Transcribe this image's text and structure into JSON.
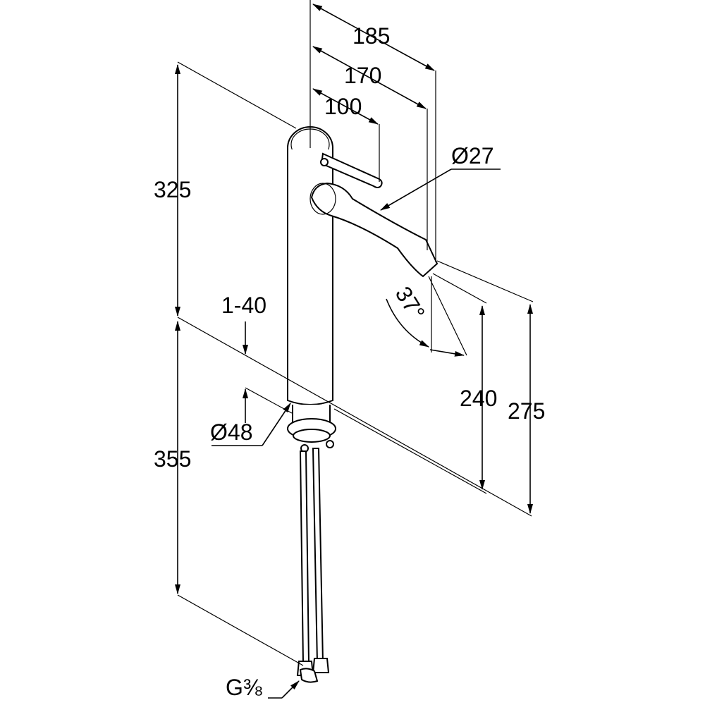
{
  "dimensions": {
    "d185": "185",
    "d170": "170",
    "d100": "100",
    "d27": "Ø27",
    "d325": "325",
    "d140": "1-40",
    "d37": "37°",
    "d48": "Ø48",
    "d240": "240",
    "d275": "275",
    "d355": "355",
    "dG38": "G⅜"
  }
}
